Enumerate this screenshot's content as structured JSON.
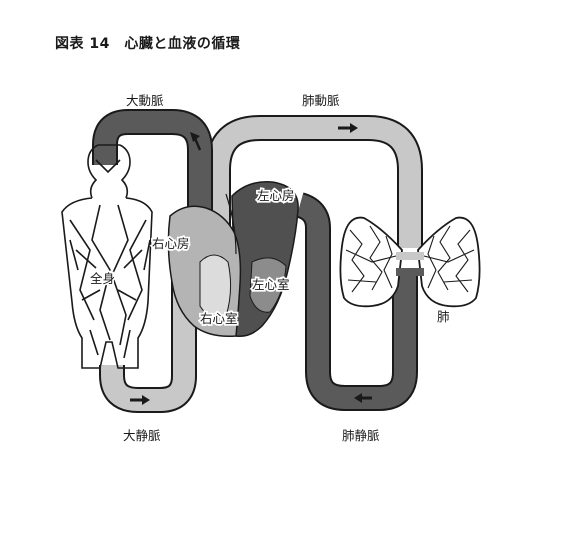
{
  "figure": {
    "title": "図表 14　心臓と血液の循環"
  },
  "labels": {
    "aorta": "大動脈",
    "pulmonary_artery": "肺動脈",
    "left_atrium": "左心房",
    "right_atrium": "右心房",
    "left_ventricle": "左心室",
    "right_ventricle": "右心室",
    "whole_body": "全身",
    "lungs": "肺",
    "vena_cava": "大静脈",
    "pulmonary_vein": "肺静脈"
  },
  "colors": {
    "arterial_blood": "#5a5a5a",
    "venous_blood": "#c8c8c8",
    "heart_dark": "#505050",
    "heart_light": "#b4b4b4",
    "outline": "#1a1a1a"
  }
}
